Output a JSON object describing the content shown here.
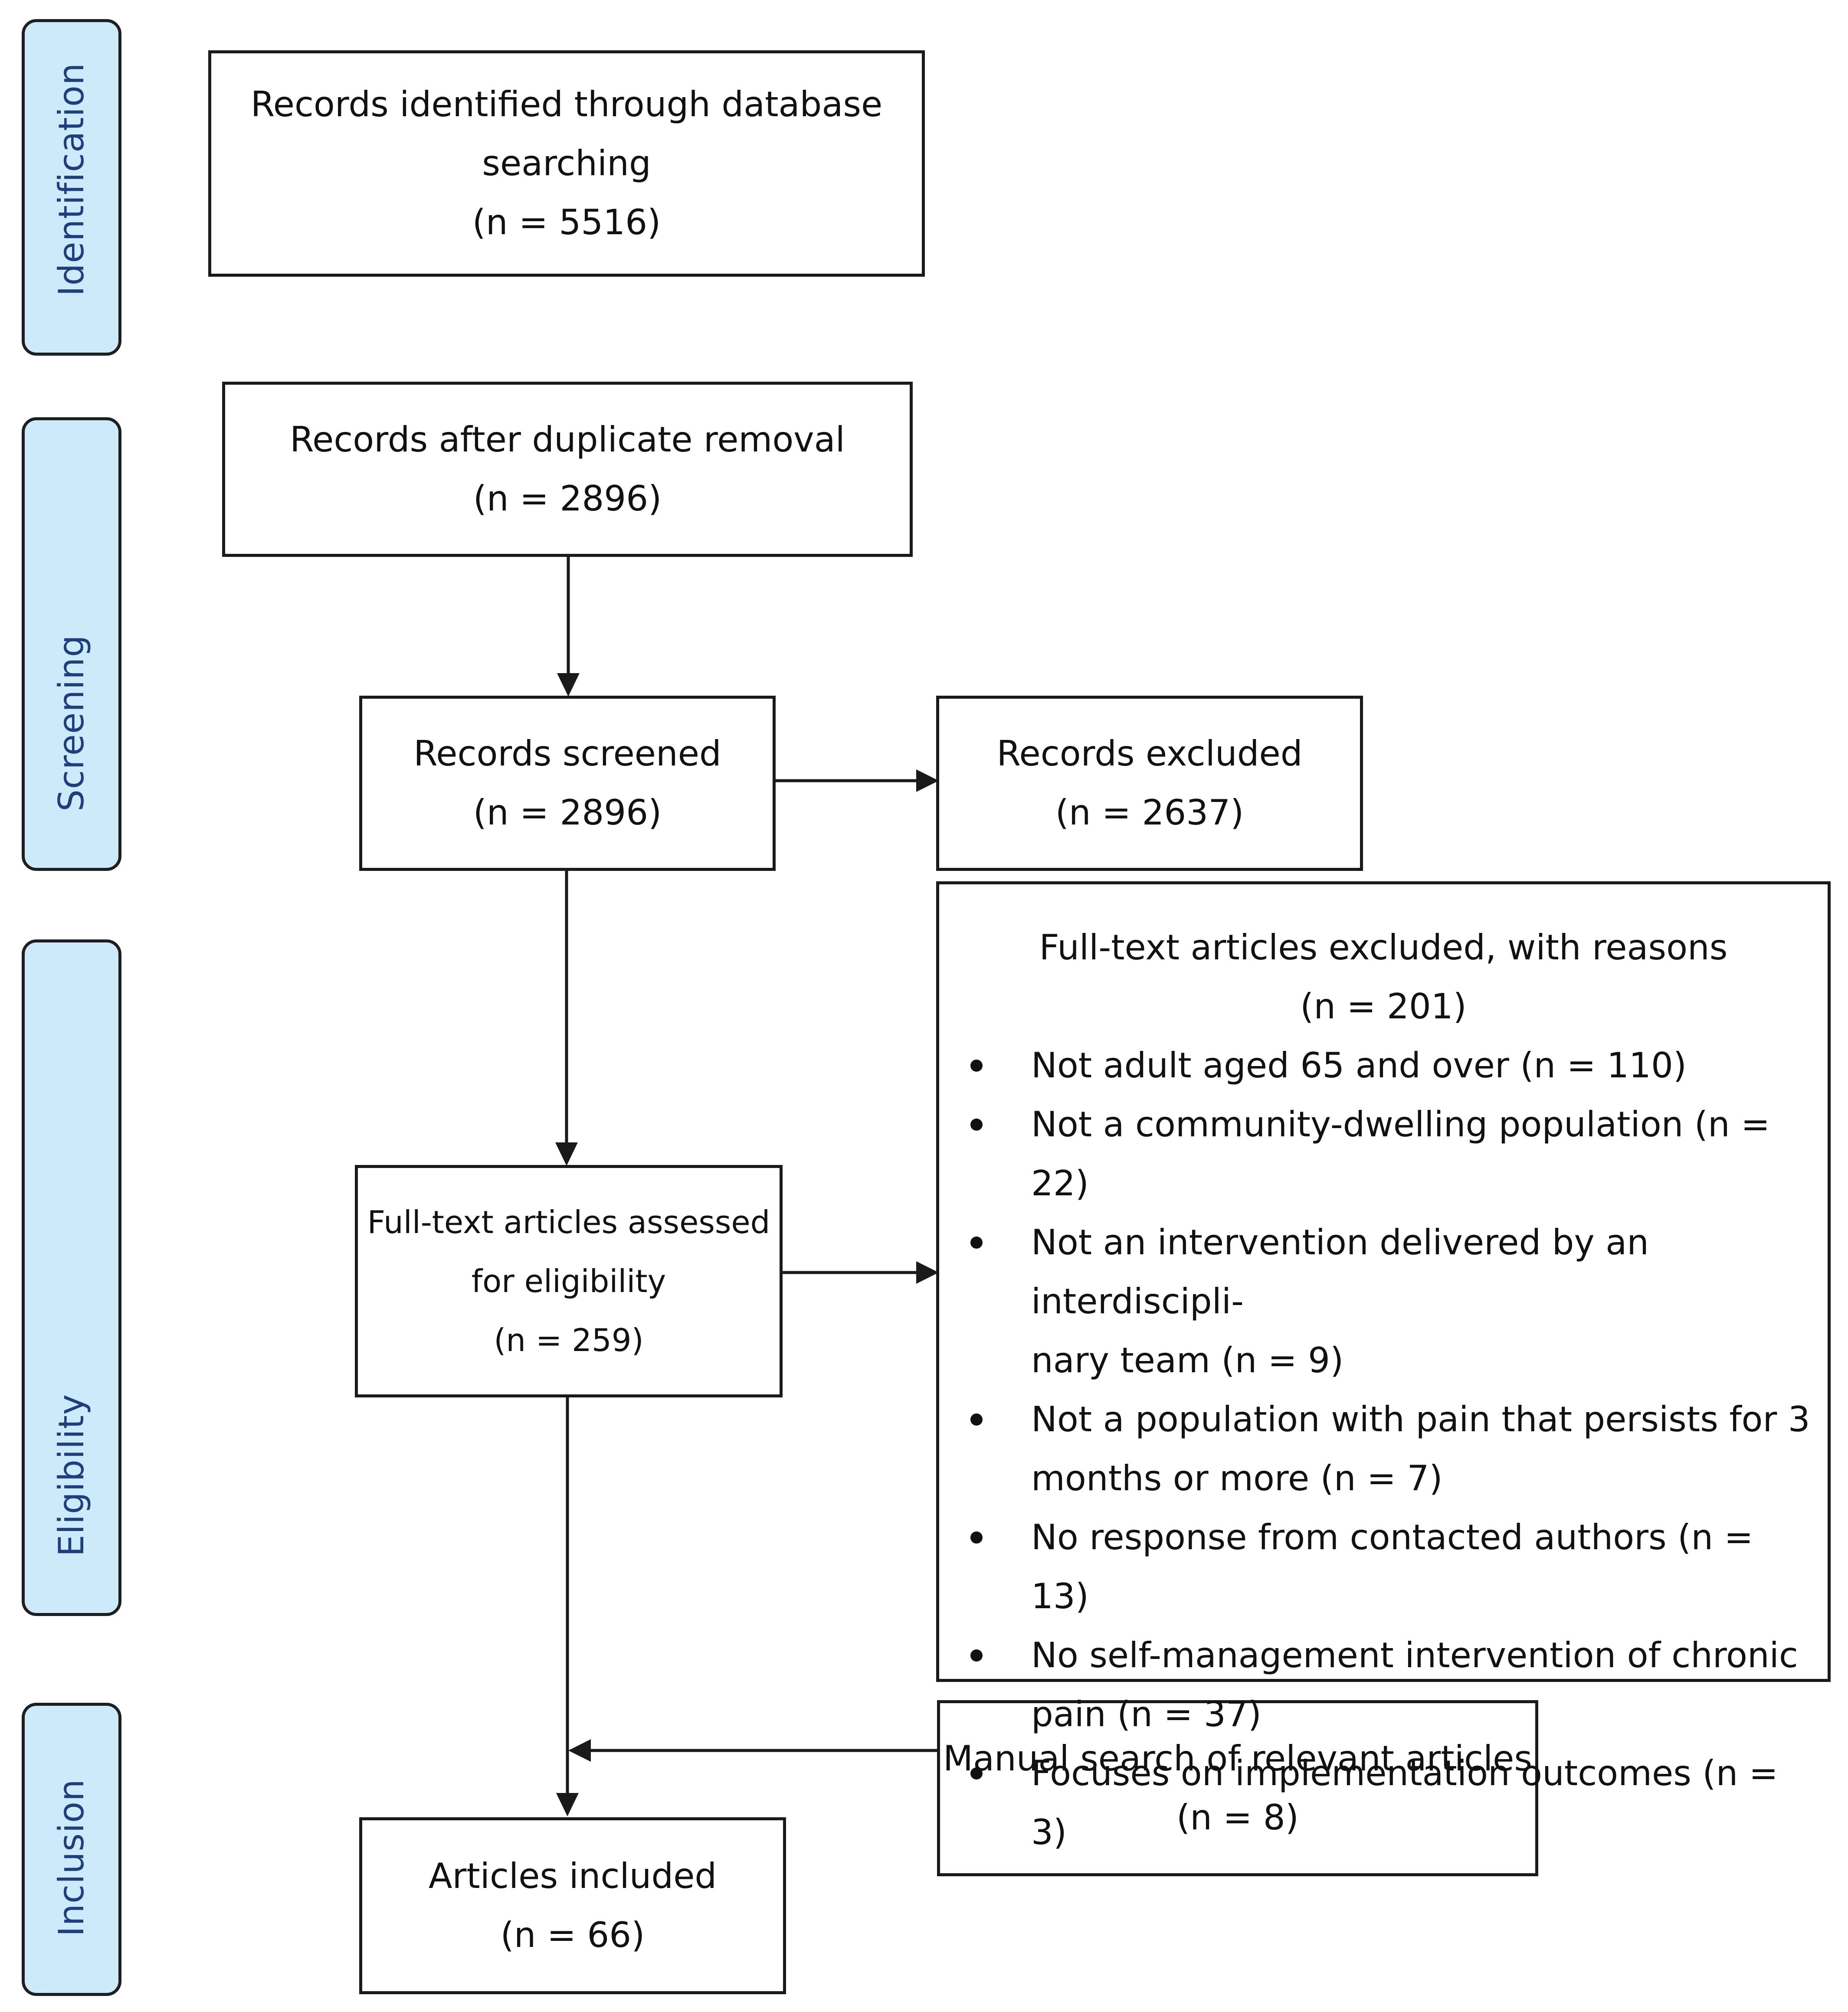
{
  "stages": [
    {
      "id": "identification",
      "label": "Identification"
    },
    {
      "id": "screening",
      "label": "Screening"
    },
    {
      "id": "eligibility",
      "label": "Eligibility"
    },
    {
      "id": "inclusion",
      "label": "Inclusion"
    }
  ],
  "boxes": {
    "identified": {
      "lines": [
        "Records identified through database",
        "searching",
        "(n = 5516)"
      ]
    },
    "deduplicated": {
      "lines": [
        "Records after duplicate removal",
        "(n = 2896)"
      ]
    },
    "screened": {
      "lines": [
        "Records screened",
        "(n = 2896)"
      ]
    },
    "excluded": {
      "lines": [
        "Records excluded",
        "(n = 2637)"
      ]
    },
    "assessed": {
      "lines": [
        "Full-text articles assessed",
        "for eligibility",
        "(n = 259)"
      ]
    },
    "manual": {
      "lines": [
        "Manual search of relevant articles",
        "(n = 8)"
      ]
    },
    "included": {
      "lines": [
        "Articles included",
        "(n = 66)"
      ]
    }
  },
  "fulltext_excluded": {
    "title": "Full-text articles excluded, with reasons",
    "count": "(n = 201)",
    "reasons": [
      {
        "lines": [
          "Not adult aged 65 and over (n = 110)"
        ]
      },
      {
        "lines": [
          "Not a community-dwelling population (n = 22)"
        ]
      },
      {
        "lines": [
          "Not an intervention delivered by an interdiscipli-",
          "nary team (n = 9)"
        ]
      },
      {
        "lines": [
          "Not a population with pain that persists for 3",
          "months or more (n = 7)"
        ]
      },
      {
        "lines": [
          "No response from contacted authors (n = 13)"
        ]
      },
      {
        "lines": [
          "No self-management intervention of chronic",
          "pain (n = 37)"
        ]
      },
      {
        "lines": [
          "Focuses on implementation outcomes (n = 3)"
        ]
      }
    ]
  },
  "colors": {
    "stage_fill": "#cdeafb",
    "stage_text": "#1e3f7d",
    "border": "#1a1a1a"
  }
}
